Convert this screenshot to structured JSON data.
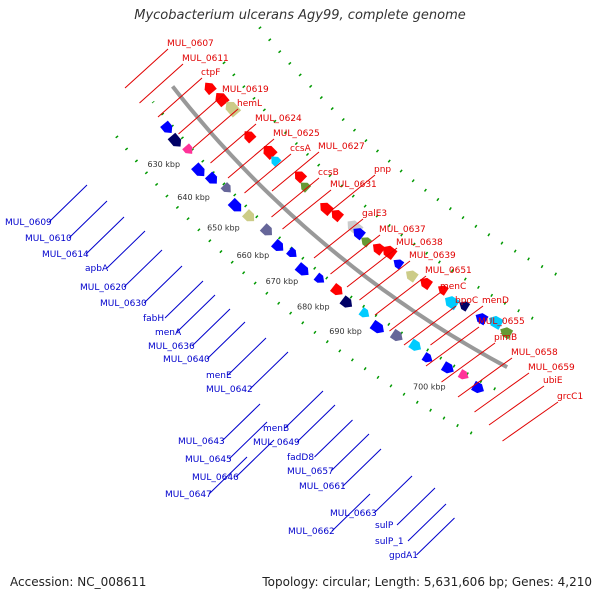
{
  "title": "Mycobacterium ulcerans Agy99, complete genome",
  "accession": "Accession: NC_008611",
  "summary": "Topology: circular; Length: 5,631,606 bp; Genes: 4,210",
  "colors": {
    "backbone": "#999999",
    "forward_label": "#e00000",
    "reverse_label": "#0000cc",
    "forward_gene": "#ff0000",
    "reverse_gene": "#0000ff",
    "tick_label": "#333333",
    "dots": "#009900"
  },
  "ticks": [
    "630 kbp",
    "640 kbp",
    "650 kbp",
    "660 kbp",
    "670 kbp",
    "680 kbp",
    "690 kbp",
    "700 kbp"
  ],
  "forward_labels": [
    "MUL_0607",
    "MUL_0611",
    "ctpF",
    "MUL_0619",
    "hemL",
    "MUL_0624",
    "MUL_0625",
    "ccsA",
    "MUL_0627",
    "ccsB",
    "pnp",
    "MUL_0631",
    "galE3",
    "MUL_0637",
    "MUL_0638",
    "MUL_0639",
    "MUL_0651",
    "menC",
    "bpoC",
    "menD",
    "MUL_0655",
    "pimB",
    "MUL_0658",
    "MUL_0659",
    "ubiE",
    "grcC1"
  ],
  "reverse_labels": [
    "MUL_0609",
    "MUL_0610",
    "MUL_0614",
    "apbA",
    "MUL_0620",
    "MUL_0630",
    "fabH",
    "menA",
    "MUL_0636",
    "MUL_0640",
    "menE",
    "MUL_0642",
    "menB",
    "MUL_0643",
    "MUL_0649",
    "fadD8",
    "MUL_0645",
    "MUL_0646",
    "MUL_0657",
    "MUL_0647",
    "MUL_0661",
    "MUL_0663",
    "sulP",
    "MUL_0662",
    "sulP_1",
    "gpdA1"
  ]
}
